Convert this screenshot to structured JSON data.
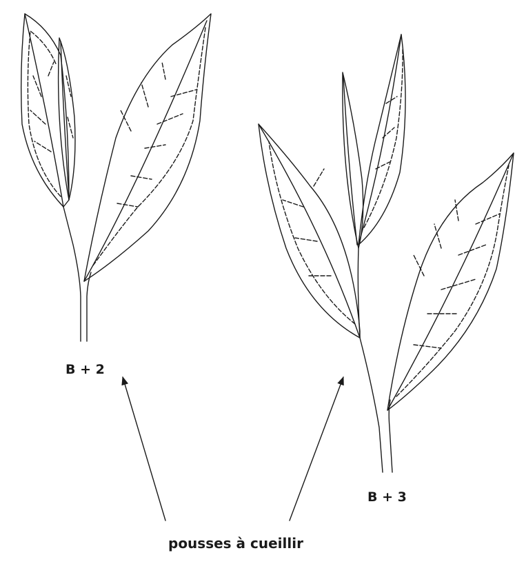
{
  "diagram": {
    "label_left": "B + 2",
    "label_right": "B + 3",
    "caption": "pousses à cueillir",
    "ink_color": "#1a1a1a",
    "background_color": "#ffffff"
  }
}
